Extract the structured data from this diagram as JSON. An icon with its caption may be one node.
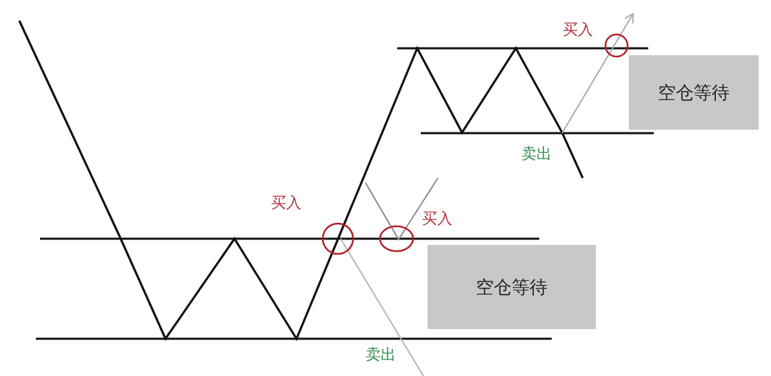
{
  "diagram": {
    "nodes": [
      {
        "text": [
          "空仓等待"
        ]
      },
      {
        "text": [
          "空仓等待"
        ]
      }
    ],
    "labels": [
      "买入",
      "卖出",
      "买入",
      "买入",
      "卖出"
    ]
  }
}
